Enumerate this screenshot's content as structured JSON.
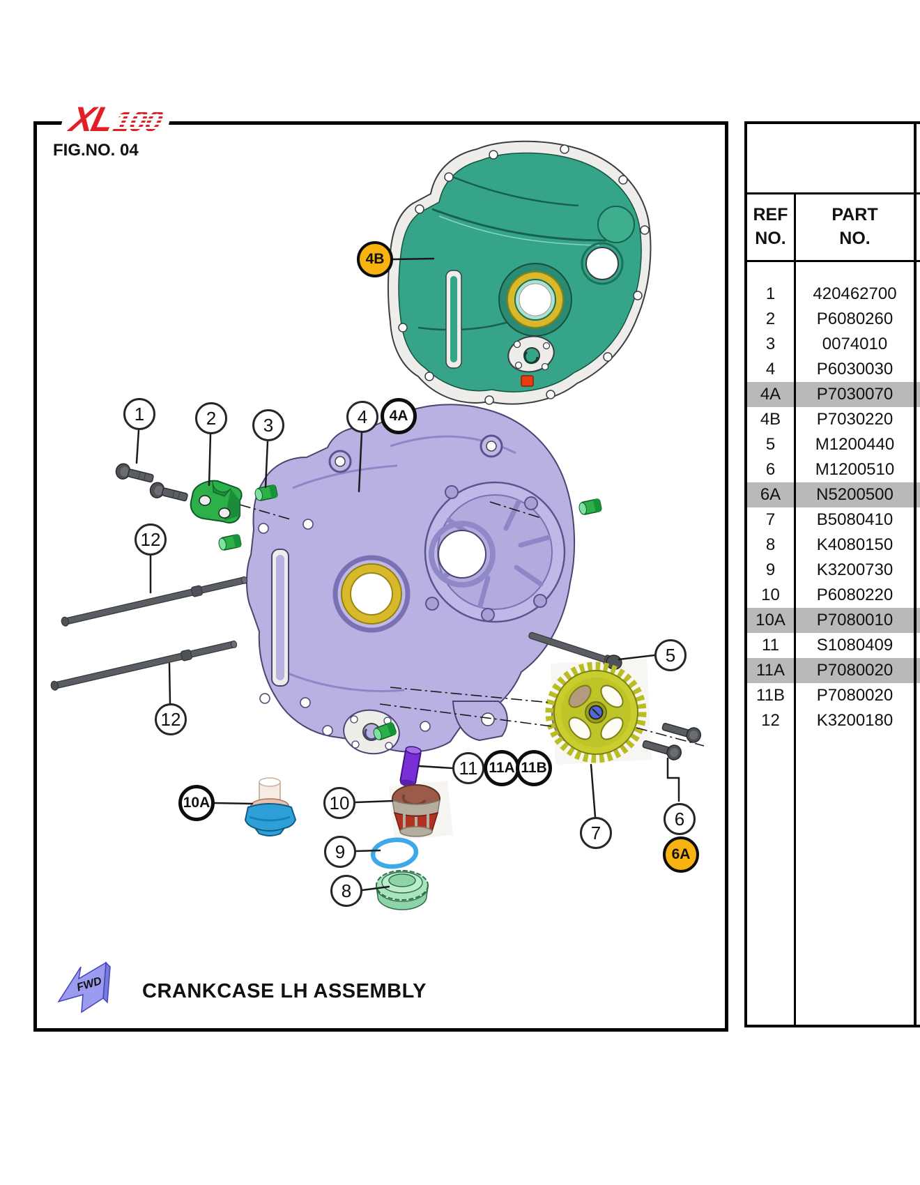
{
  "page": {
    "logo_xl": "XL",
    "logo_100": "100",
    "fig_no": "FIG.NO. 04",
    "title": "CRANKCASE LH ASSEMBLY",
    "fwd_label": "FWD"
  },
  "table": {
    "header": {
      "ref_line1": "REF",
      "ref_line2": "NO.",
      "part_line1": "PART",
      "part_line2": "NO."
    },
    "rows": [
      {
        "ref": "1",
        "part": "420462700",
        "highlight": false
      },
      {
        "ref": "2",
        "part": "P6080260",
        "highlight": false
      },
      {
        "ref": "3",
        "part": "0074010",
        "highlight": false
      },
      {
        "ref": "4",
        "part": "P6030030",
        "highlight": false
      },
      {
        "ref": "4A",
        "part": "P7030070",
        "highlight": true
      },
      {
        "ref": "4B",
        "part": "P7030220",
        "highlight": false
      },
      {
        "ref": "5",
        "part": "M1200440",
        "highlight": false
      },
      {
        "ref": "6",
        "part": "M1200510",
        "highlight": false
      },
      {
        "ref": "6A",
        "part": "N5200500",
        "highlight": true
      },
      {
        "ref": "7",
        "part": "B5080410",
        "highlight": false
      },
      {
        "ref": "8",
        "part": "K4080150",
        "highlight": false
      },
      {
        "ref": "9",
        "part": "K3200730",
        "highlight": false
      },
      {
        "ref": "10",
        "part": "P6080220",
        "highlight": false
      },
      {
        "ref": "10A",
        "part": "P7080010",
        "highlight": true
      },
      {
        "ref": "11",
        "part": "S1080409",
        "highlight": false
      },
      {
        "ref": "11A",
        "part": "P7080020",
        "highlight": true
      },
      {
        "ref": "11B",
        "part": "P7080020",
        "highlight": false
      },
      {
        "ref": "12",
        "part": "K3200180",
        "highlight": false
      }
    ]
  },
  "callouts": [
    {
      "label": "1",
      "style": "thin"
    },
    {
      "label": "2",
      "style": "thin"
    },
    {
      "label": "3",
      "style": "thin"
    },
    {
      "label": "4",
      "style": "thin"
    },
    {
      "label": "4A",
      "style": "bold"
    },
    {
      "label": "4B",
      "style": "orange"
    },
    {
      "label": "12",
      "style": "thin"
    },
    {
      "label": "12",
      "style": "thin"
    },
    {
      "label": "5",
      "style": "thin"
    },
    {
      "label": "6",
      "style": "thin"
    },
    {
      "label": "6A",
      "style": "orange"
    },
    {
      "label": "7",
      "style": "thin"
    },
    {
      "label": "8",
      "style": "thin"
    },
    {
      "label": "9",
      "style": "thin"
    },
    {
      "label": "10",
      "style": "thin"
    },
    {
      "label": "10A",
      "style": "bold"
    },
    {
      "label": "11",
      "style": "thin"
    },
    {
      "label": "11A",
      "style": "bold"
    },
    {
      "label": "11B",
      "style": "bold"
    }
  ],
  "colors": {
    "logo_red": "#e31f26",
    "highlight_gray": "#b9b9b9",
    "callout_orange": "#f7b410",
    "case_teal": "#35a489",
    "case_lavender": "#b9b1e2",
    "bearing_yellow": "#d9b92c",
    "sprocket_yellow": "#c9ce2e",
    "part_green": "#2db04a",
    "oil_pipe_purple": "#7a2fd6",
    "strainer_red": "#b23222",
    "cap_blue": "#2f9fd8",
    "oring_blue": "#3fa8e8",
    "seal_green": "#a8e4bc",
    "bolt_gray": "#5a5e63",
    "fwd_arrow_purple": "#9b9bef"
  }
}
